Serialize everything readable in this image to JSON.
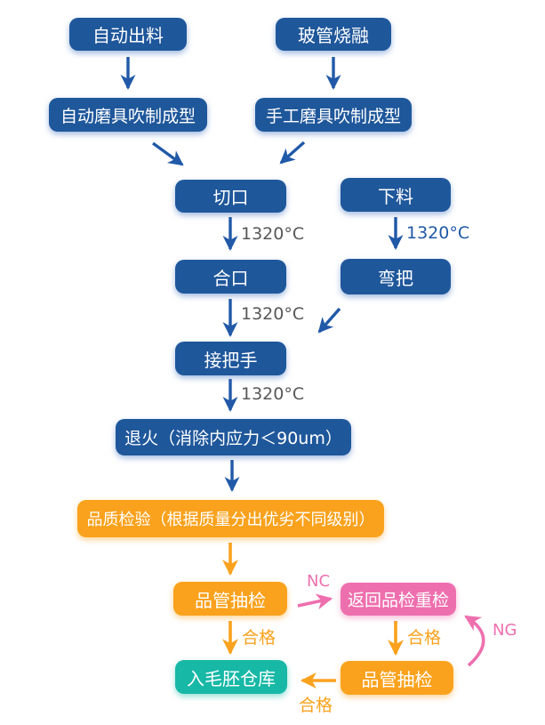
{
  "colors": {
    "node_blue": "#1f579b",
    "node_orange": "#faa21d",
    "node_pink": "#ee6fae",
    "node_teal": "#17b8a6",
    "arrow_blue": "#2159a8",
    "arrow_orange": "#faa21d",
    "arrow_pink": "#ee6fae",
    "label_gray": "#595757",
    "label_blue": "#2059a5"
  },
  "nodes": [
    {
      "id": "auto-discharge",
      "label": "自动出料",
      "color": "blue"
    },
    {
      "id": "glass-tube-melting",
      "label": "玻管烧融",
      "color": "blue"
    },
    {
      "id": "auto-mold-blow-forming",
      "label": "自动磨具吹制成型",
      "color": "blue"
    },
    {
      "id": "manual-mold-blow-forming",
      "label": "手工磨具吹制成型",
      "color": "blue"
    },
    {
      "id": "cut-opening",
      "label": "切口",
      "color": "blue"
    },
    {
      "id": "blanking",
      "label": "下料",
      "color": "blue"
    },
    {
      "id": "close-opening",
      "label": "合口",
      "color": "blue"
    },
    {
      "id": "bend-handle",
      "label": "弯把",
      "color": "blue"
    },
    {
      "id": "attach-handle",
      "label": "接把手",
      "color": "blue"
    },
    {
      "id": "annealing",
      "label": "退火（消除内应力＜90um）",
      "color": "blue"
    },
    {
      "id": "quality-inspection",
      "label": "品质检验（根据质量分出优劣不同级别）",
      "color": "orange"
    },
    {
      "id": "qc-sampling-1",
      "label": "品管抽检",
      "color": "orange"
    },
    {
      "id": "return-recheck",
      "label": "返回品检重检",
      "color": "pink"
    },
    {
      "id": "rough-blank-warehouse",
      "label": "入毛胚仓库",
      "color": "teal"
    },
    {
      "id": "qc-sampling-2",
      "label": "品管抽检",
      "color": "orange"
    }
  ],
  "labels": [
    {
      "id": "temp-cut-to-close",
      "text": "1320°C",
      "color": "gray"
    },
    {
      "id": "temp-blank-to-bend",
      "text": "1320°C",
      "color": "blue"
    },
    {
      "id": "temp-close-to-attach",
      "text": "1320°C",
      "color": "gray"
    },
    {
      "id": "temp-attach-to-anneal",
      "text": "1320°C",
      "color": "gray"
    },
    {
      "id": "nc-label",
      "text": "NC",
      "color": "pink"
    },
    {
      "id": "pass-label-left",
      "text": "合格",
      "color": "orange"
    },
    {
      "id": "pass-label-right",
      "text": "合格",
      "color": "orange"
    },
    {
      "id": "ng-label",
      "text": "NG",
      "color": "pink"
    },
    {
      "id": "pass-label-bottom",
      "text": "合格",
      "color": "orange"
    }
  ],
  "edges": [
    {
      "from": "auto-discharge",
      "to": "auto-mold-blow-forming",
      "label": ""
    },
    {
      "from": "glass-tube-melting",
      "to": "manual-mold-blow-forming",
      "label": ""
    },
    {
      "from": "auto-mold-blow-forming",
      "to": "cut-opening",
      "label": ""
    },
    {
      "from": "manual-mold-blow-forming",
      "to": "cut-opening",
      "label": ""
    },
    {
      "from": "cut-opening",
      "to": "close-opening",
      "label": "1320°C"
    },
    {
      "from": "blanking",
      "to": "bend-handle",
      "label": "1320°C"
    },
    {
      "from": "close-opening",
      "to": "attach-handle",
      "label": "1320°C"
    },
    {
      "from": "bend-handle",
      "to": "attach-handle",
      "label": ""
    },
    {
      "from": "attach-handle",
      "to": "annealing",
      "label": "1320°C"
    },
    {
      "from": "annealing",
      "to": "quality-inspection",
      "label": ""
    },
    {
      "from": "quality-inspection",
      "to": "qc-sampling-1",
      "label": ""
    },
    {
      "from": "qc-sampling-1",
      "to": "return-recheck",
      "label": "NC"
    },
    {
      "from": "qc-sampling-1",
      "to": "rough-blank-warehouse",
      "label": "合格"
    },
    {
      "from": "return-recheck",
      "to": "qc-sampling-2",
      "label": "合格"
    },
    {
      "from": "qc-sampling-2",
      "to": "rough-blank-warehouse",
      "label": "合格"
    },
    {
      "from": "qc-sampling-2",
      "to": "return-recheck",
      "label": "NG"
    }
  ]
}
